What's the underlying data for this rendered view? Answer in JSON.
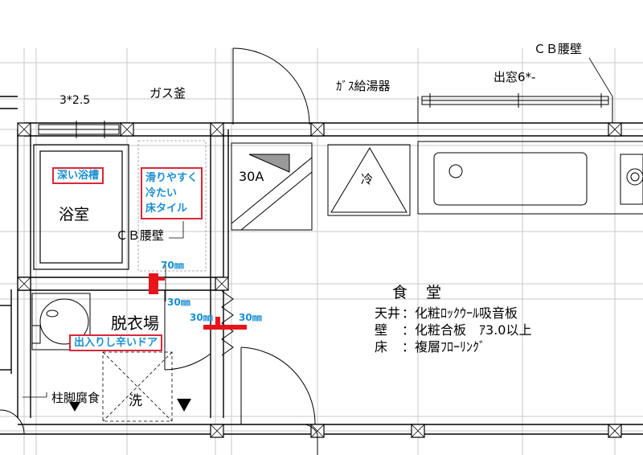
{
  "labels": {
    "dim_325": "3*2.5",
    "gas_boiler": "ガス釜",
    "gas_heater": "ｶﾞｽ給湯器",
    "cb_wall_top": "ＣＢ腰壁",
    "bay_window": "出窓6*-",
    "breaker": "30A",
    "fridge": "冷",
    "bathroom": "浴室",
    "cb_wall_bath": "ＣＢ腰壁",
    "dressing_room": "脱衣場",
    "wash": "洗",
    "pillar_rot": "柱脚腐食"
  },
  "dining": {
    "title": "食　堂",
    "rows": [
      {
        "key": "天井",
        "value": "化粧ﾛｯｸｳｰﾙ吸音板"
      },
      {
        "key": "壁",
        "value": "化粧合板　ｱ3.0以上"
      },
      {
        "key": "床",
        "value": "複層ﾌﾛｰﾘﾝｸﾞ"
      }
    ]
  },
  "annotations": {
    "deep_tub": "深い浴槽",
    "tile_lines": [
      "滑りやすく",
      "冷たい",
      "床タイル"
    ],
    "hard_door": "出入りし辛いドア"
  },
  "dimensions": {
    "d70": "70㎜",
    "d30a": "30㎜",
    "d30b": "30㎜",
    "d30c": "30㎜"
  },
  "colors": {
    "annotation_blue": "#1a8fd0",
    "annotation_border": "#d8283a",
    "step_marker": "#e8141c",
    "grid": "#c8c8c8"
  }
}
